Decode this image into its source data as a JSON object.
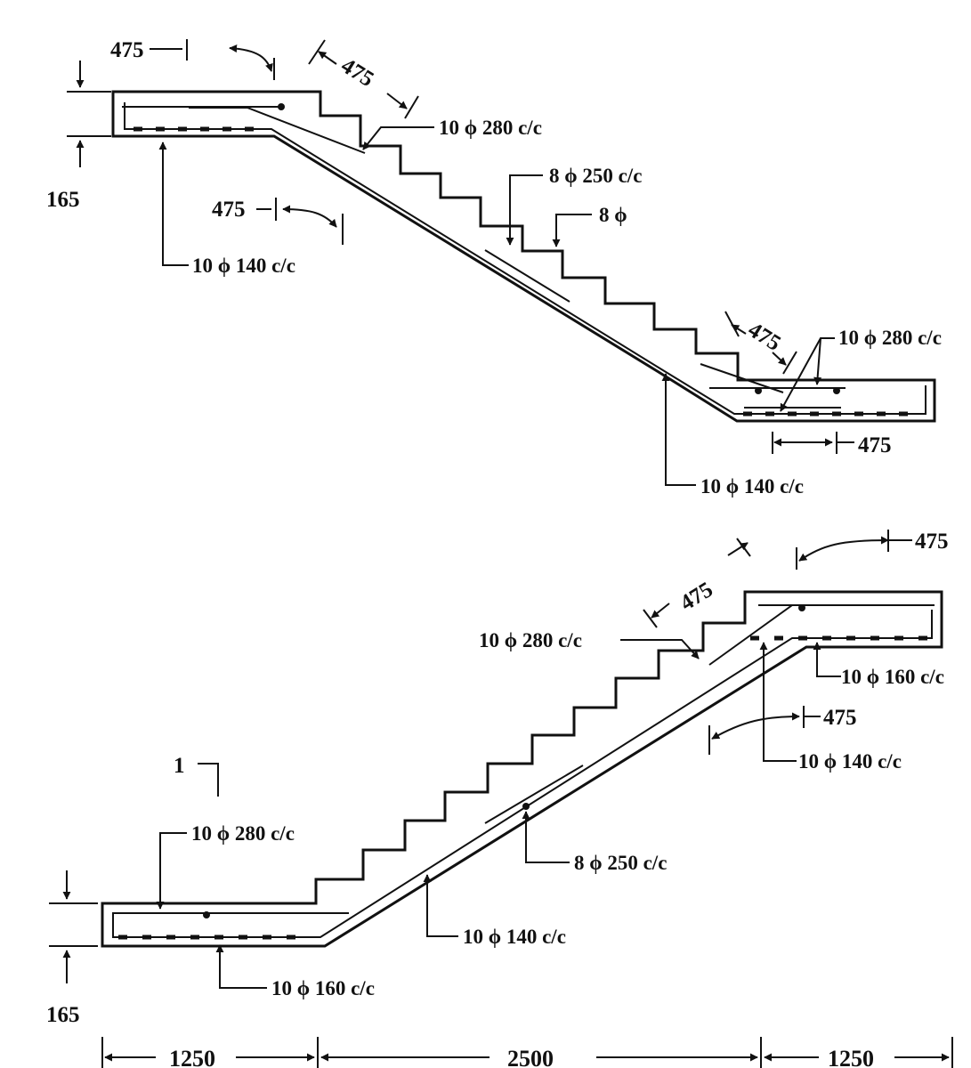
{
  "colors": {
    "ink": "#111111",
    "paper": "#ffffff"
  },
  "top_drawing": {
    "dims": {
      "top_left_anchorage": "475",
      "top_inclined_anchorage": "475",
      "top_waist_anchorage": "475",
      "bottom_inclined_anchorage": "475",
      "bottom_landing_anchorage": "475",
      "landing_thickness": "165"
    },
    "bars": {
      "top_landing_top": "10 ϕ 280 c/c",
      "distribution": "8 ϕ 250 c/c",
      "stirrup": "8 ϕ",
      "bottom_landing_top": "10 ϕ 280 c/c",
      "top_landing_bottom": "10 ϕ 140 c/c",
      "waist_main": "10 ϕ 140 c/c"
    }
  },
  "bottom_drawing": {
    "section_marker": "1",
    "dims": {
      "top_right_anchorage": "475",
      "top_inclined_anchorage": "475",
      "waist_anchorage": "475",
      "landing_thickness": "165",
      "span_left": "1250",
      "span_mid": "2500",
      "span_right": "1250"
    },
    "bars": {
      "upper_top": "10 ϕ 280 c/c",
      "upper_bottom": "10 ϕ 160 c/c",
      "waist_main_upper": "10 ϕ 140 c/c",
      "lower_top": "10 ϕ 280 c/c",
      "distribution": "8 ϕ 250 c/c",
      "waist_main_lower": "10 ϕ 140 c/c",
      "lower_bottom": "10 ϕ 160 c/c"
    }
  }
}
